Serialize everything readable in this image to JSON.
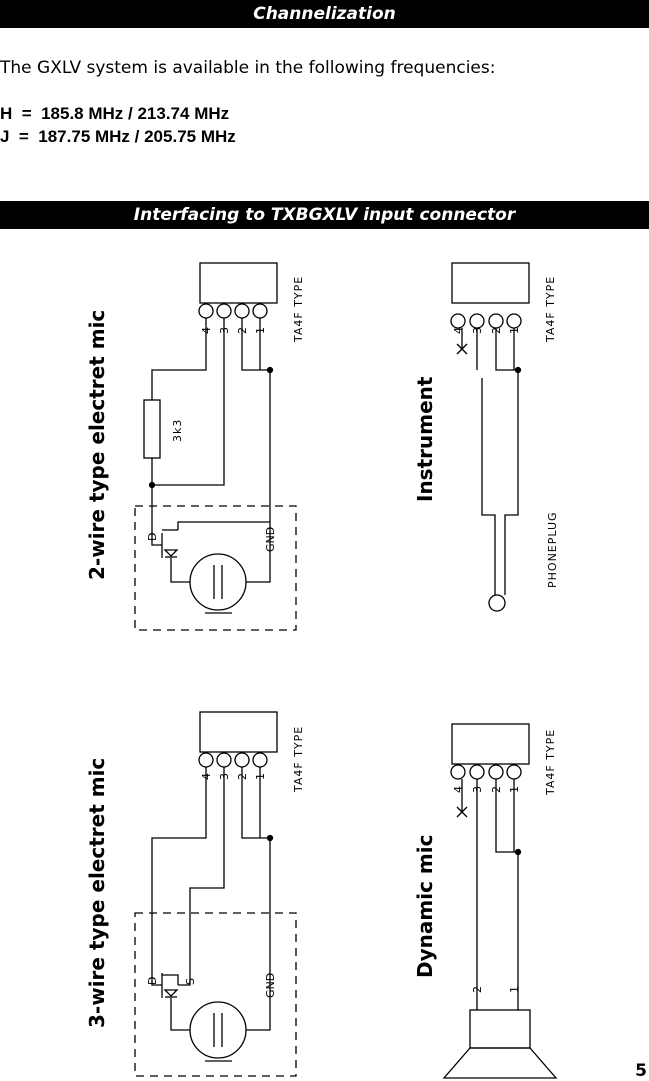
{
  "header": {
    "channelization_title": "Channelization",
    "interfacing_title": "Interfacing to TXBGXLV input connector"
  },
  "intro_text": "The GXLV system is available in the following frequencies:",
  "frequencies": [
    {
      "line": "H  =  185.8 MHz / 213.74 MHz"
    },
    {
      "line": "J  =  187.75 MHz / 205.75 MHz"
    }
  ],
  "diagrams": {
    "two_wire": {
      "title": "2-wire type electret mic",
      "connector": "TA4F TYPE",
      "resistor": "3k3",
      "drain": "D",
      "ground": "GND",
      "pins": [
        "4",
        "3",
        "2",
        "1"
      ]
    },
    "instrument": {
      "title": "Instrument",
      "connector": "TA4F TYPE",
      "plug": "PHONEPLUG",
      "pins": [
        "4",
        "3",
        "2",
        "1"
      ]
    },
    "three_wire": {
      "title": "3-wire type electret mic",
      "connector": "TA4F TYPE",
      "drain": "D",
      "source": "S",
      "ground": "GND",
      "pins": [
        "4",
        "3",
        "2",
        "1"
      ]
    },
    "dynamic": {
      "title": "Dynamic mic",
      "connector": "TA4F TYPE",
      "pins": [
        "4",
        "3",
        "2",
        "1"
      ],
      "speaker_pins": [
        "2",
        "1"
      ]
    }
  },
  "page_number": "5"
}
